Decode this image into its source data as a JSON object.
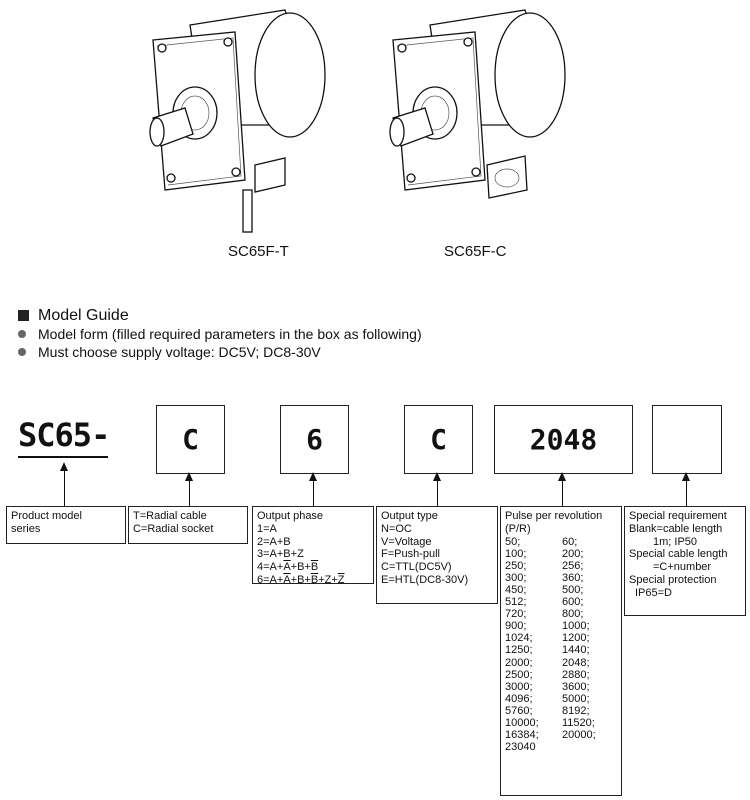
{
  "products": [
    {
      "caption": "SC65F-T"
    },
    {
      "caption": "SC65F-C"
    }
  ],
  "guide": {
    "title": "Model Guide",
    "bullets": [
      "Model form (filled required parameters in the box as following)",
      "Must choose supply voltage:  DC5V; DC8-30V"
    ]
  },
  "model_code": {
    "series": "SC65-",
    "boxes": [
      "C",
      "6",
      "C",
      "2048",
      ""
    ]
  },
  "descriptions": {
    "series": [
      "Product model",
      "series"
    ],
    "connection": [
      "T=Radial cable",
      "C=Radial socket"
    ],
    "phase": {
      "title": "Output phase",
      "lines": [
        [
          {
            "t": "1=A"
          }
        ],
        [
          {
            "t": "2=A+B"
          }
        ],
        [
          {
            "t": "3=A+B+Z"
          }
        ],
        [
          {
            "t": "4=A+"
          },
          {
            "t": "A",
            "ov": true
          },
          {
            "t": "+B+"
          },
          {
            "t": "B",
            "ov": true
          }
        ],
        [
          {
            "t": "6=A+"
          },
          {
            "t": "A",
            "ov": true
          },
          {
            "t": "+B+"
          },
          {
            "t": "B",
            "ov": true
          },
          {
            "t": "+Z+"
          },
          {
            "t": "Z",
            "ov": true
          }
        ]
      ]
    },
    "output": [
      "Output type",
      "N=OC",
      "V=Voltage",
      "F=Push-pull",
      "C=TTL(DC5V)",
      "E=HTL(DC8-30V)"
    ],
    "pulse": {
      "title": "Pulse per revolution",
      "unit": "(P/R)",
      "values": [
        "50;",
        "60;",
        "100;",
        "200;",
        "250;",
        "256;",
        "300;",
        "360;",
        "450;",
        "500;",
        "512;",
        "600;",
        "720;",
        "800;",
        "900;",
        "1000;",
        "1024;",
        "1200;",
        "1250;",
        "1440;",
        "2000;",
        "2048;",
        "2500;",
        "2880;",
        "3000;",
        "3600;",
        "4096;",
        "5000;",
        "5760;",
        "8192;",
        "10000;",
        "11520;",
        "16384;",
        "20000;",
        "23040",
        ""
      ]
    },
    "special": [
      "Special requirement",
      "Blank=cable length",
      "1m; IP50",
      "Special cable length",
      "=C+number",
      "Special protection",
      "IP65=D"
    ]
  }
}
